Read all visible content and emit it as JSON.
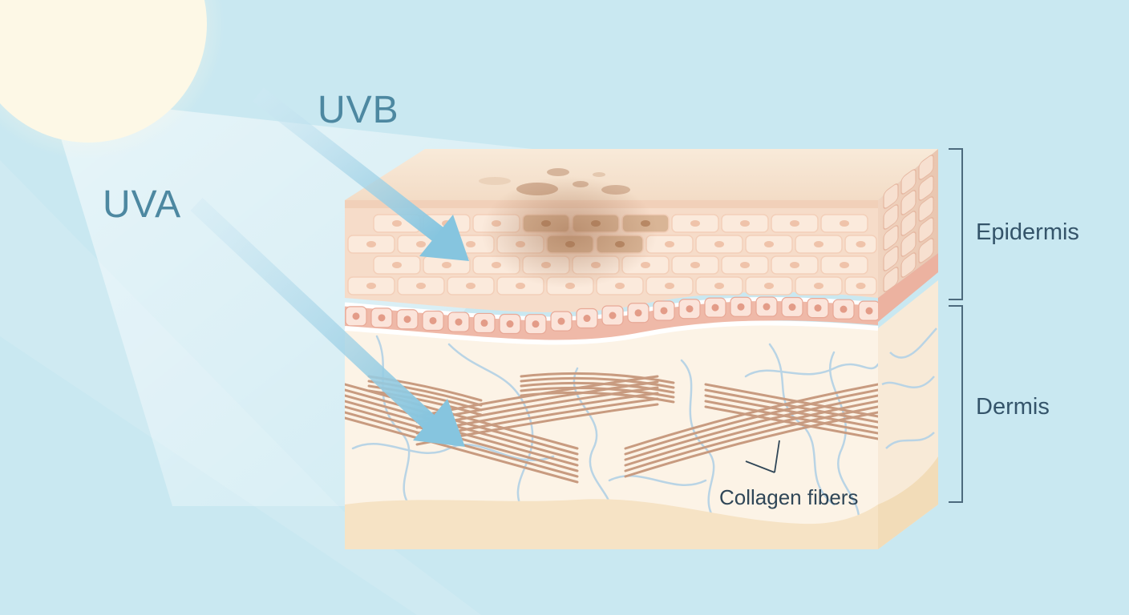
{
  "labels": {
    "uvb": "UVB",
    "uva": "UVA",
    "epidermis": "Epidermis",
    "dermis": "Dermis",
    "collagen": "Collagen fibers"
  },
  "colors": {
    "background": "#c9e8f1",
    "sun": "#fdf8e6",
    "arrow": "#8cc9e0",
    "skin_top": "#f6e4d2",
    "epidermis_cells": "#f5dccb",
    "basal_layer": "#eeb7a7",
    "dermis": "#fbf1e3",
    "fat": "#f6e4c6",
    "collagen": "#c99a7e",
    "vessels": "#b7d3e4",
    "pigment": "#a0775a",
    "label_text": "#34546a",
    "ray_label_text": "#4d88a1"
  }
}
